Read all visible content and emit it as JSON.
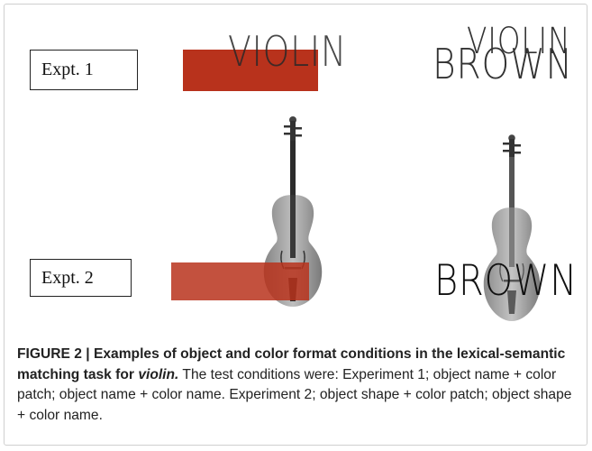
{
  "figure": {
    "expt1_label": "Expt. 1",
    "expt2_label": "Expt. 2",
    "object_name": "VIOLIN",
    "color_name": "BROWN",
    "patch_color": "#b8321c",
    "object_image": "violin"
  },
  "caption": {
    "heading": "FIGURE 2 | Examples of object and color format conditions in the lexical-semantic matching task for ",
    "heading_em": "violin.",
    "body": " The test conditions were: Experiment 1; object name + color patch; object name + color name. Experiment 2; object shape + color patch; object shape + color name."
  }
}
